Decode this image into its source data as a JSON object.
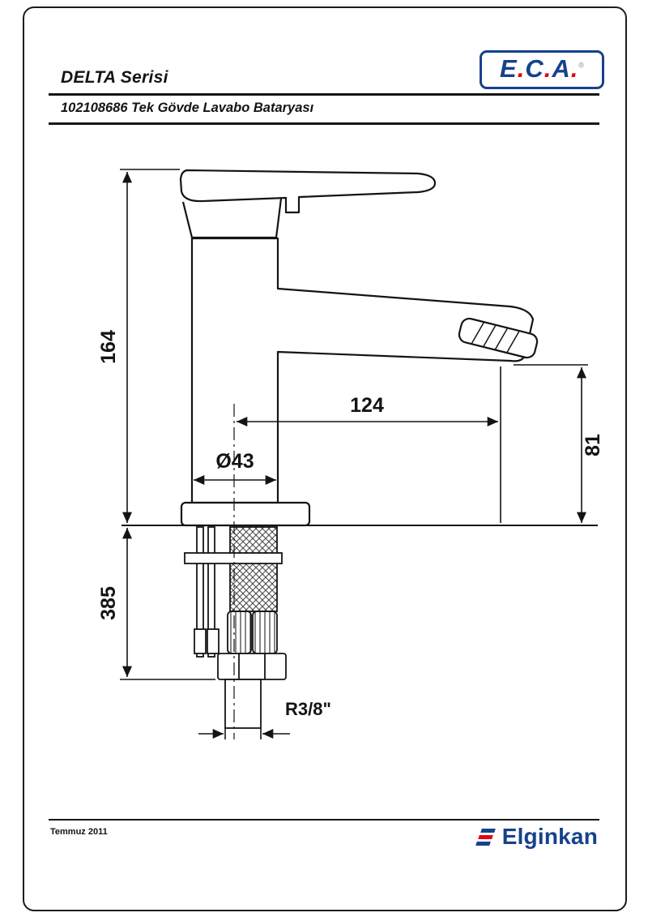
{
  "page": {
    "series_title": "DELTA Serisi",
    "product_title": "102108686 Tek Gövde Lavabo Bataryası",
    "footer_date": "Temmuz 2011"
  },
  "eca_logo": {
    "letters": [
      "E",
      ".",
      "C",
      ".",
      "A",
      "."
    ],
    "registered": "®",
    "blue": "#16418c",
    "red": "#e30613"
  },
  "elginkan_logo": {
    "text": "Elginkan",
    "color": "#16418c",
    "stripe_colors": [
      "#16418c",
      "#e30613",
      "#16418c"
    ]
  },
  "dimensions": {
    "total_height": "164",
    "below_counter_height": "385",
    "spout_reach": "124",
    "outlet_height": "81",
    "base_diameter": "Ø43",
    "connection_thread": "R3/8\""
  }
}
